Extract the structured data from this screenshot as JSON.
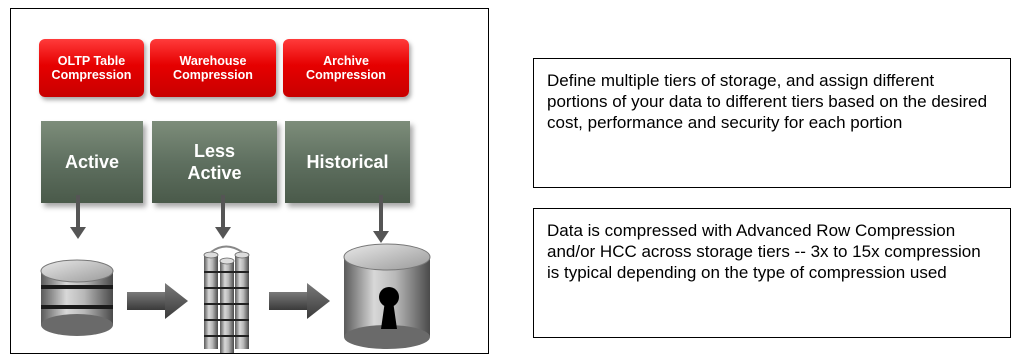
{
  "tiers": [
    {
      "compression": "OLTP Table\nCompression",
      "activity": "Active"
    },
    {
      "compression": "Warehouse\nCompression",
      "activity": "Less\nActive"
    },
    {
      "compression": "Archive\nCompression",
      "activity": "Historical"
    }
  ],
  "description_boxes": [
    {
      "text": "Define multiple tiers of storage, and assign different portions of your data to different tiers based on the desired cost, performance and security for each portion"
    },
    {
      "text": "Data is compressed with Advanced Row Compression and/or HCC across storage tiers -- 3x to 15x compression is typical depending on the type of compression used"
    }
  ],
  "icons": [
    "disk-stack-icon",
    "raid-array-icon",
    "secure-archive-icon",
    "right-arrow-icon",
    "down-arrow-icon"
  ],
  "colors": {
    "compression_red": "#e60000",
    "activity_green": "#5f7060",
    "storage_grey": "#9a9a9a",
    "arrow_grey": "#555555"
  }
}
